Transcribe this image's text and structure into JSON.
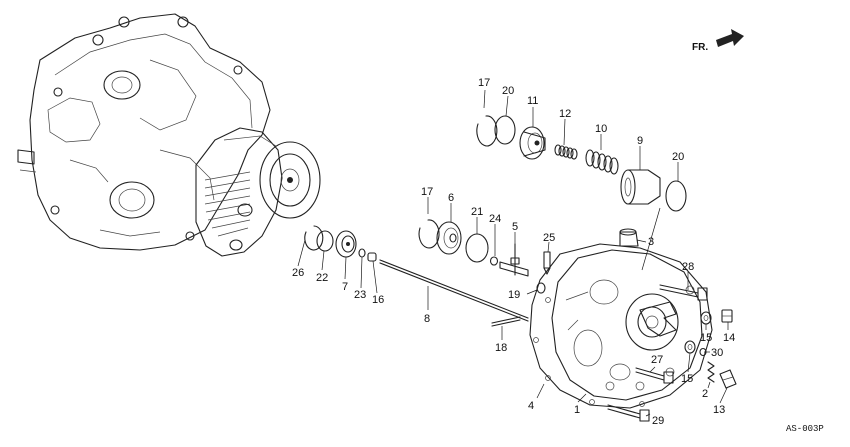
{
  "diagram": {
    "direction_label": "FR.",
    "figure_code": "AS-003P",
    "part_labels": [
      "17",
      "20",
      "11",
      "12",
      "10",
      "9",
      "20",
      "17",
      "6",
      "21",
      "24",
      "5",
      "25",
      "3",
      "26",
      "22",
      "7",
      "23",
      "16",
      "19",
      "28",
      "8",
      "18",
      "15",
      "14",
      "30",
      "27",
      "15",
      "2",
      "4",
      "1",
      "29",
      "13"
    ]
  }
}
